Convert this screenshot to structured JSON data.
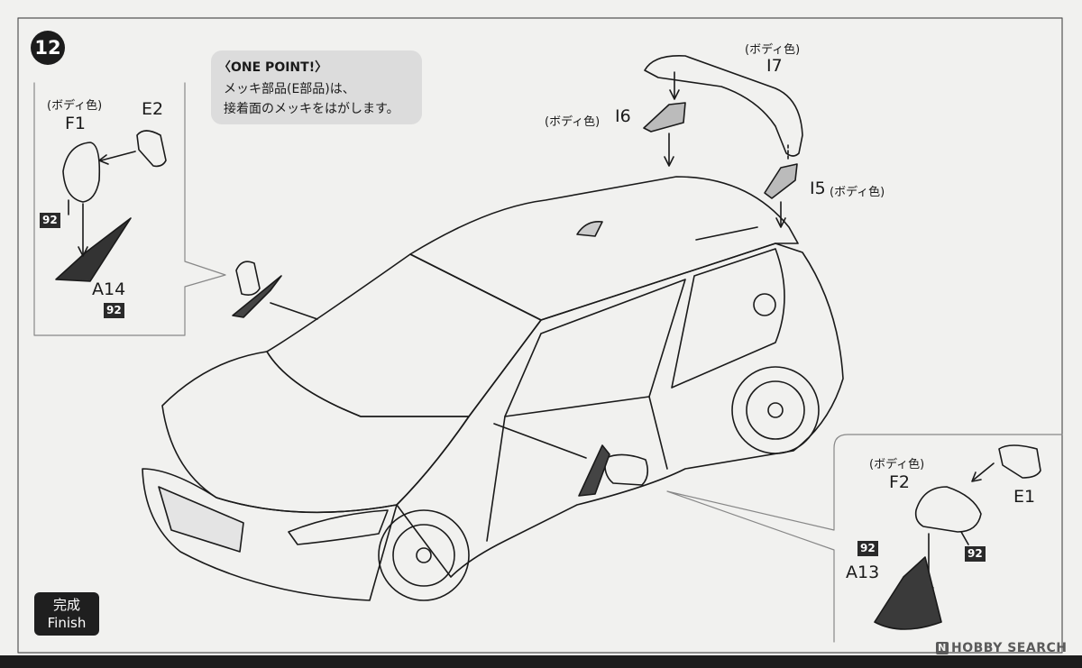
{
  "step_number": "12",
  "one_point": {
    "heading": "〈ONE POINT!〉",
    "line1": "メッキ部品(E部品)は、",
    "line2": "接着面のメッキをはがします。"
  },
  "parts": {
    "F1": {
      "note": "(ボディ色)",
      "code": "F1"
    },
    "E2": {
      "code": "E2"
    },
    "A14": {
      "code": "A14",
      "badge": "92"
    },
    "F1_badge": "92",
    "I7": {
      "note": "(ボディ色)",
      "code": "I7"
    },
    "I6": {
      "note": "(ボディ色)",
      "code": "I6"
    },
    "I5": {
      "note": "(ボディ色)",
      "code": "I5"
    },
    "F2": {
      "note": "(ボディ色)",
      "code": "F2",
      "badge": "92"
    },
    "E1": {
      "code": "E1"
    },
    "A13": {
      "code": "A13",
      "badge": "92"
    }
  },
  "finish": {
    "line1": "完成",
    "line2": "Finish"
  },
  "watermark": {
    "icon": "N",
    "text": "HOBBY SEARCH"
  },
  "colors": {
    "ink": "#1a1a1a",
    "paper": "#f1f1ef",
    "callout": "#dcdcdc",
    "badge": "#2a2a2a"
  }
}
